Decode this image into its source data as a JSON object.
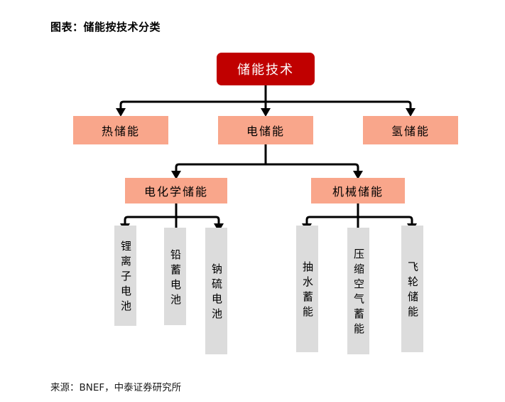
{
  "title": "图表：储能按技术分类",
  "source": "来源：BNEF，中泰证券研究所",
  "colors": {
    "root_fill": "#C00000",
    "root_text": "#FFFFFF",
    "branch_fill": "#F9A68B",
    "branch_text": "#000000",
    "leaf_fill": "#DCDCDC",
    "leaf_text": "#000000",
    "connector": "#000000",
    "background": "#FFFFFF"
  },
  "chart_data": {
    "type": "diagram",
    "subtype": "tree-hierarchy",
    "title": "图表：储能按技术分类",
    "source": "来源：BNEF，中泰证券研究所",
    "orientation": "top-down",
    "levels": 4,
    "nodes": [
      {
        "id": "root",
        "label": "储能技术",
        "level": 0,
        "style": "root",
        "parent": null
      },
      {
        "id": "thermal",
        "label": "热储能",
        "level": 1,
        "style": "branch",
        "parent": "root"
      },
      {
        "id": "electric",
        "label": "电储能",
        "level": 1,
        "style": "branch",
        "parent": "root"
      },
      {
        "id": "hydrogen",
        "label": "氢储能",
        "level": 1,
        "style": "branch",
        "parent": "root"
      },
      {
        "id": "electrochemical",
        "label": "电化学储能",
        "level": 2,
        "style": "branch",
        "parent": "electric"
      },
      {
        "id": "mechanical",
        "label": "机械储能",
        "level": 2,
        "style": "branch",
        "parent": "electric"
      },
      {
        "id": "lithium",
        "label": "锂离子电池",
        "level": 3,
        "style": "leaf",
        "parent": "electrochemical"
      },
      {
        "id": "lead",
        "label": "铅蓄电池",
        "level": 3,
        "style": "leaf",
        "parent": "electrochemical"
      },
      {
        "id": "sodium-sulfur",
        "label": "钠硫电池",
        "level": 3,
        "style": "leaf",
        "parent": "electrochemical"
      },
      {
        "id": "pumped-hydro",
        "label": "抽水蓄能",
        "level": 3,
        "style": "leaf",
        "parent": "mechanical"
      },
      {
        "id": "compressed-air",
        "label": "压缩空气蓄能",
        "level": 3,
        "style": "leaf",
        "parent": "mechanical"
      },
      {
        "id": "flywheel",
        "label": "飞轮储能",
        "level": 3,
        "style": "leaf",
        "parent": "mechanical"
      }
    ]
  },
  "nodes": {
    "root": "储能技术",
    "thermal": "热储能",
    "electric": "电储能",
    "hydrogen": "氢储能",
    "electrochemical": "电化学储能",
    "mechanical": "机械储能",
    "lithium": "锂离子电池",
    "lead": "铅蓄电池",
    "sodium_sulfur": "钠硫电池",
    "pumped_hydro": "抽水蓄能",
    "compressed_air": "压缩空气蓄能",
    "flywheel": "飞轮储能"
  }
}
